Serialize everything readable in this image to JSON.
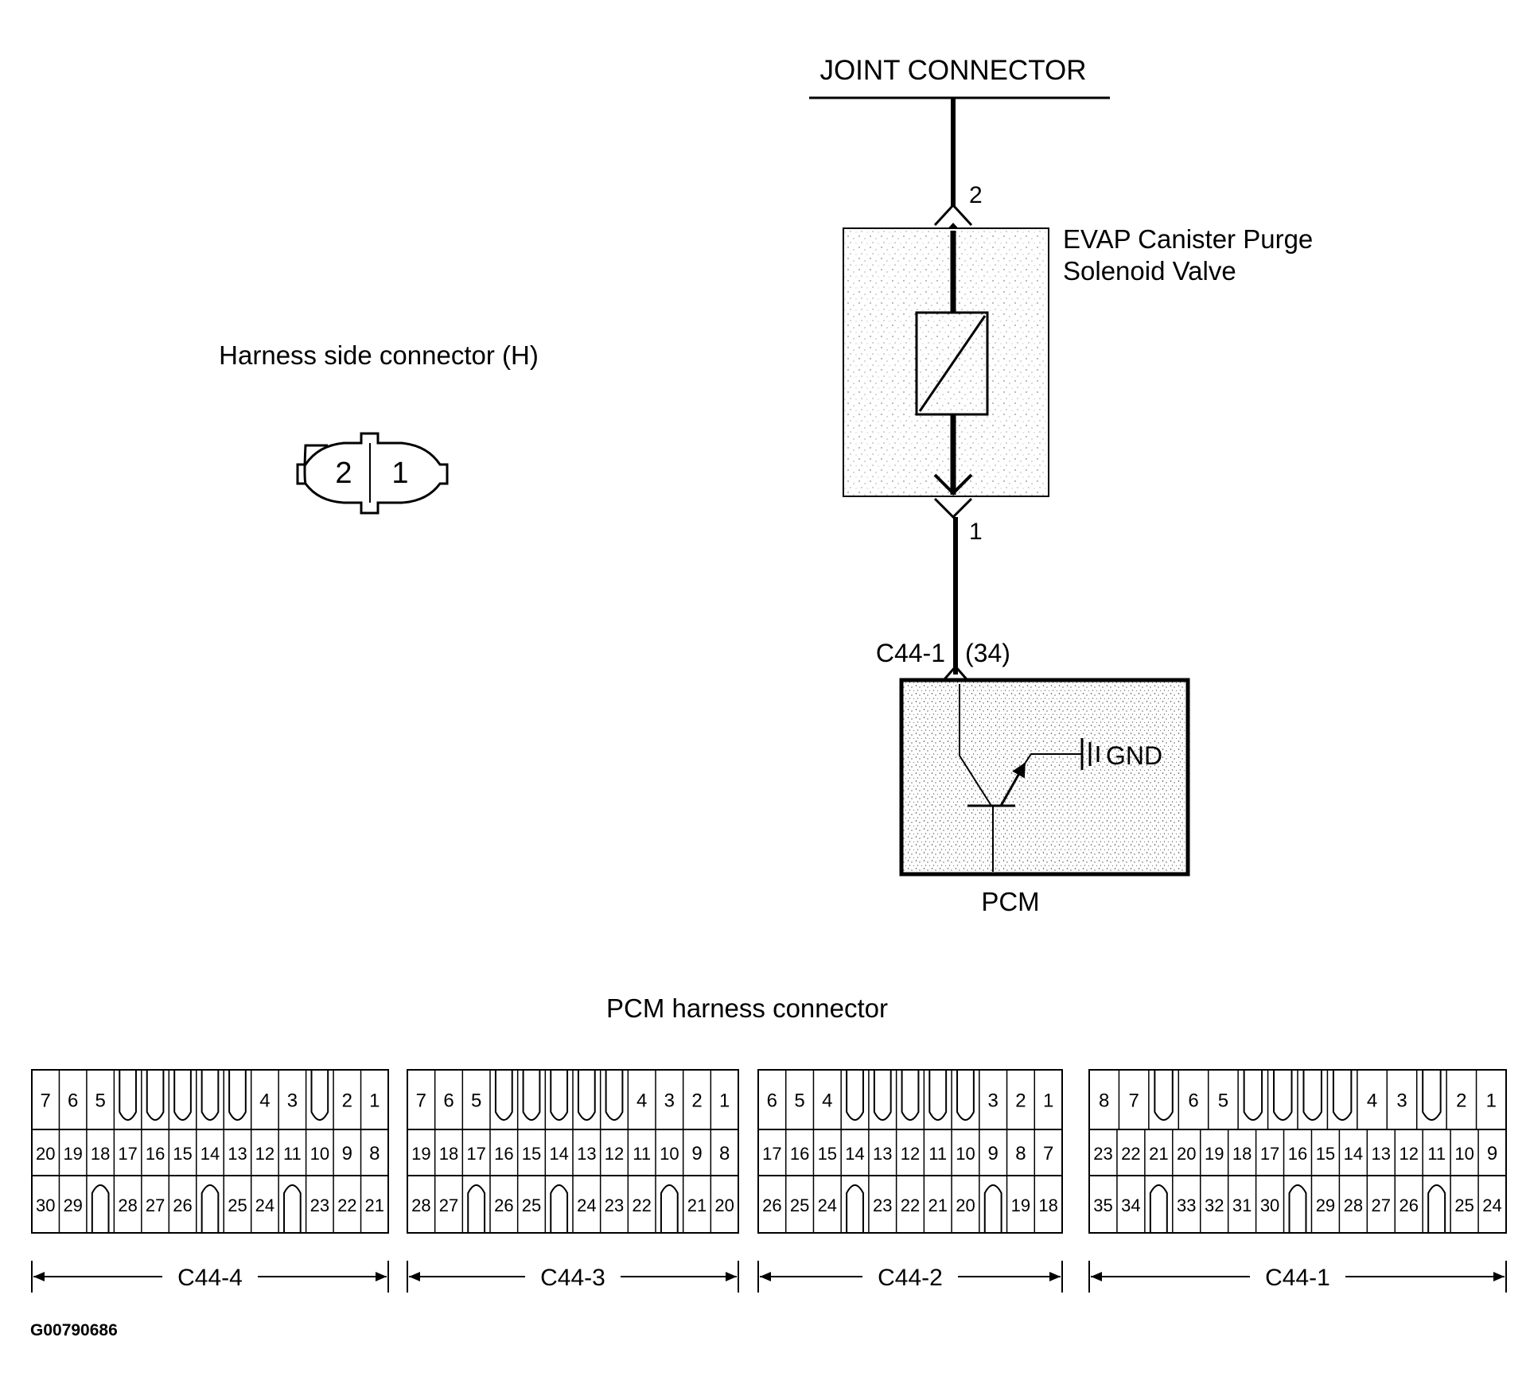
{
  "labels": {
    "joint_connector": "JOINT CONNECTOR",
    "solenoid_line1": "EVAP Canister Purge",
    "solenoid_line2": "Solenoid Valve",
    "pin_top": "2",
    "pin_bottom": "1",
    "pcm_pin_ref": "C44-1",
    "pcm_pin_num": "(34)",
    "gnd": "GND",
    "pcm": "PCM",
    "harness_side_title": "Harness side connector (H)",
    "harness_pin_left": "2",
    "harness_pin_right": "1",
    "pcm_harness_title": "PCM harness connector",
    "figure_id": "G00790686"
  },
  "connectors": [
    {
      "name": "C44-4",
      "cols": 13,
      "top": [
        "7",
        "6",
        "5",
        "",
        "",
        "",
        "",
        "",
        "4",
        "3",
        "",
        "2",
        "1"
      ],
      "mid": [
        "20",
        "19",
        "18",
        "17",
        "16",
        "15",
        "14",
        "13",
        "12",
        "11",
        "10",
        "9",
        "8"
      ],
      "bot": [
        "30",
        "29",
        "",
        "28",
        "27",
        "26",
        "",
        "25",
        "24",
        "",
        "23",
        "22",
        "21"
      ]
    },
    {
      "name": "C44-3",
      "cols": 12,
      "top": [
        "7",
        "6",
        "5",
        "",
        "",
        "",
        "",
        "",
        "4",
        "3",
        "2",
        "1"
      ],
      "mid": [
        "19",
        "18",
        "17",
        "16",
        "15",
        "14",
        "13",
        "12",
        "11",
        "10",
        "9",
        "8"
      ],
      "bot": [
        "28",
        "27",
        "",
        "26",
        "25",
        "",
        "24",
        "23",
        "22",
        "",
        "21",
        "20"
      ]
    },
    {
      "name": "C44-2",
      "cols": 11,
      "top": [
        "6",
        "5",
        "4",
        "",
        "",
        "",
        "",
        "",
        "3",
        "2",
        "1"
      ],
      "mid": [
        "17",
        "16",
        "15",
        "14",
        "13",
        "12",
        "11",
        "10",
        "9",
        "8",
        "7"
      ],
      "bot": [
        "26",
        "25",
        "24",
        "",
        "23",
        "22",
        "21",
        "20",
        "",
        "19",
        "18"
      ]
    },
    {
      "name": "C44-1",
      "cols": 15,
      "top": [
        "8",
        "7",
        "",
        "6",
        "5",
        "",
        "",
        "",
        "",
        "4",
        "3",
        "",
        "2",
        "1"
      ],
      "mid": [
        "23",
        "22",
        "21",
        "20",
        "19",
        "18",
        "17",
        "16",
        "15",
        "14",
        "13",
        "12",
        "11",
        "10",
        "9"
      ],
      "bot": [
        "35",
        "34",
        "",
        "33",
        "32",
        "31",
        "30",
        "",
        "29",
        "28",
        "27",
        "26",
        "",
        "25",
        "24"
      ]
    }
  ]
}
